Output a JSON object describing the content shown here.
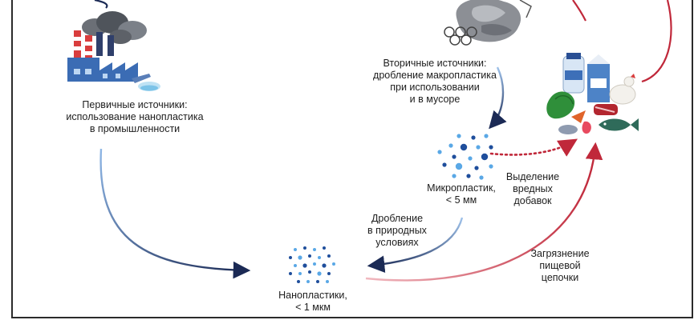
{
  "labels": {
    "primary": [
      "Первичные источники:",
      "использование нанопластика",
      "в промышленности"
    ],
    "secondary": [
      "Вторичные источники:",
      "дробление макропластика",
      "при использовании",
      "и в мусоре"
    ],
    "microplastic": [
      "Микропластик,",
      "< 5 мм"
    ],
    "nanoplastic": [
      "Нанопластики,",
      "< 1 мкм"
    ],
    "fragmentation": [
      "Дробление",
      "в природных",
      "условиях"
    ],
    "additives": [
      "Выделение",
      "вредных",
      "добавок"
    ],
    "food_chain": [
      "Загрязнение",
      "пищевой",
      "цепочки"
    ]
  },
  "icons": {
    "factory": "factory-icon",
    "macroplastic": "plastic-waste-icon",
    "food": "food-products-icon"
  },
  "colors": {
    "arrow_navy": "#1b2a55",
    "arrow_red": "#c0283a",
    "particle_dark": "#1f4e9c",
    "particle_light": "#5aa8e6",
    "frame": "#2b2b2b"
  }
}
